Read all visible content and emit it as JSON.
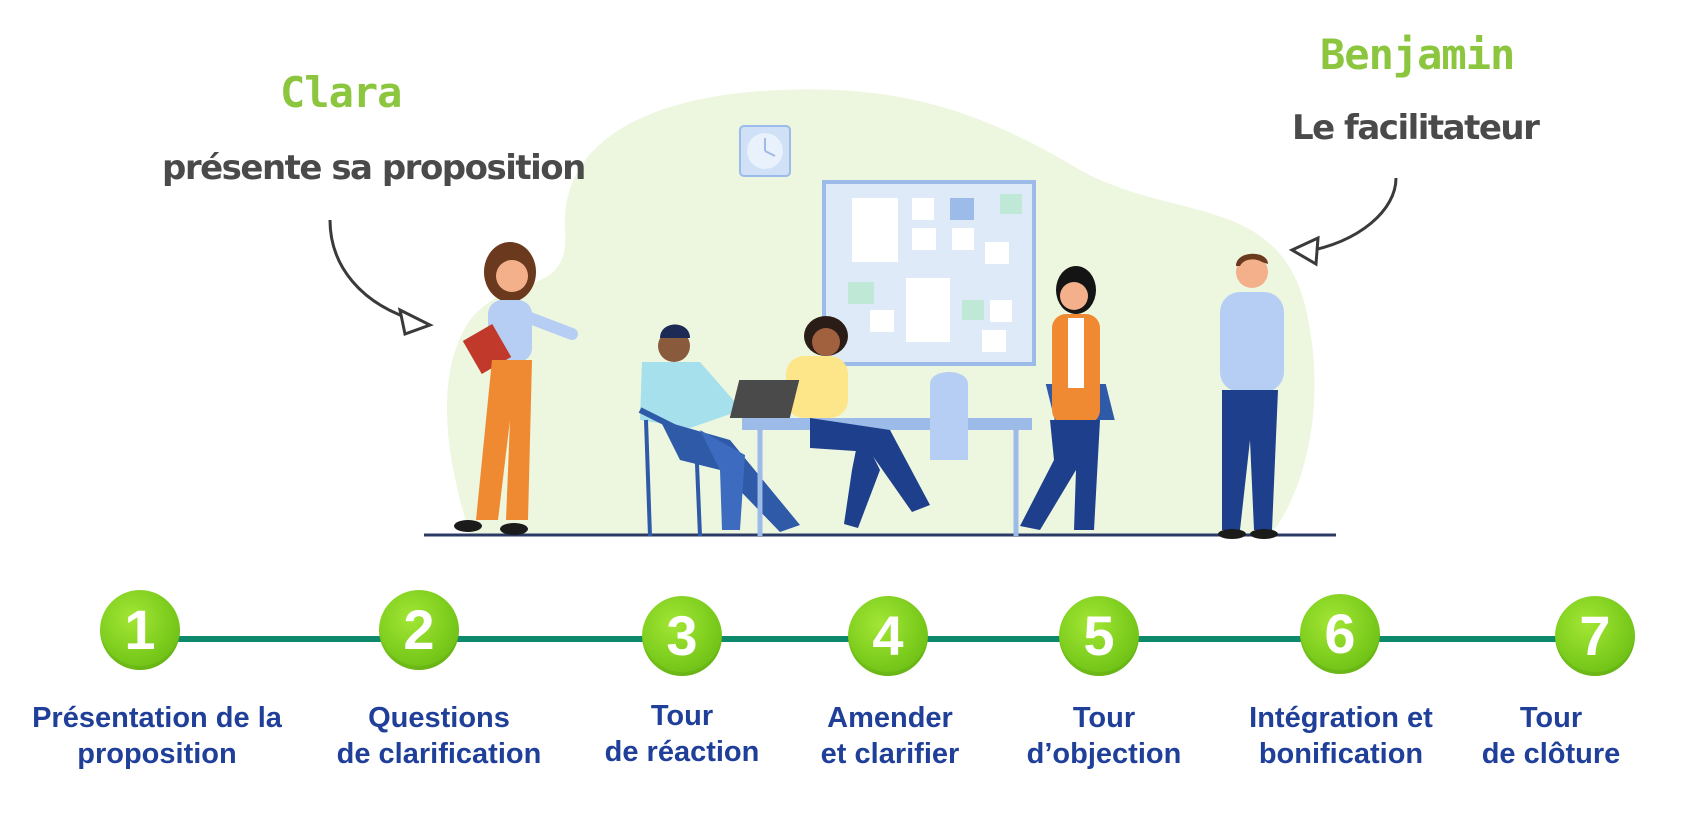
{
  "characters": {
    "presenter": {
      "name": "Clara",
      "role": "présente sa proposition"
    },
    "facilitator": {
      "name": "Benjamin",
      "role": "Le facilitateur"
    }
  },
  "colors": {
    "accent_green": "#8cc63f",
    "step_green": "#7ccc1d",
    "timeline": "#0c8a6b",
    "label_blue": "#1f3f99",
    "text_gray": "#4a4a4a"
  },
  "steps": [
    {
      "number": "1",
      "line1": "Présentation de la",
      "line2": "proposition"
    },
    {
      "number": "2",
      "line1": "Questions",
      "line2": "de clarification"
    },
    {
      "number": "3",
      "line1": "Tour",
      "line2": "de réaction"
    },
    {
      "number": "4",
      "line1": "Amender",
      "line2": "et clarifier"
    },
    {
      "number": "5",
      "line1": "Tour",
      "line2": "d’objection"
    },
    {
      "number": "6",
      "line1": "Intégration et",
      "line2": "bonification"
    },
    {
      "number": "7",
      "line1": "Tour",
      "line2": "de clôture"
    }
  ]
}
